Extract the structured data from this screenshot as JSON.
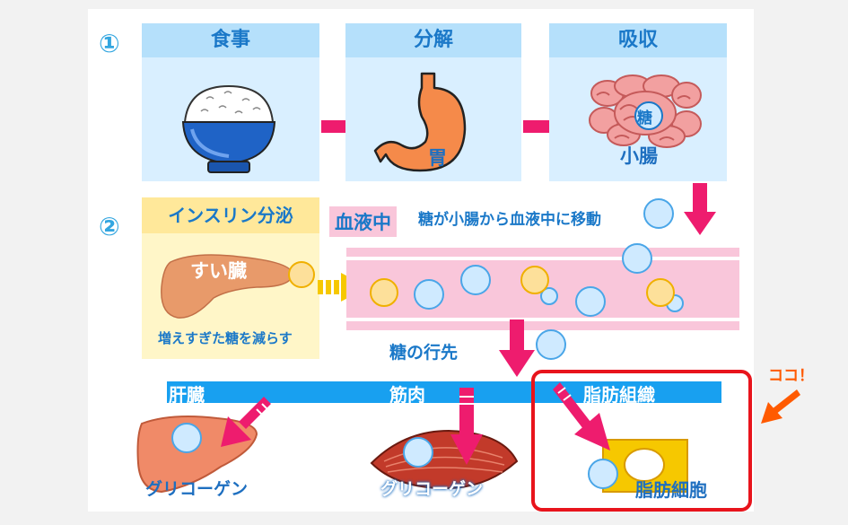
{
  "steps": {
    "step1_number": "①",
    "step2_number": "②"
  },
  "panels": {
    "meal": "食事",
    "digestion": "分解",
    "absorption": "吸収"
  },
  "organs": {
    "stomach": "胃",
    "sugar_badge": "糖",
    "small_intestine": "小腸"
  },
  "insulin": {
    "title": "インスリン分泌",
    "pancreas": "すい臓",
    "caption": "増えすぎた糖を減らす"
  },
  "blood": {
    "tag": "血液中",
    "move_text": "糖が小腸から血液中に移動"
  },
  "destination": {
    "label": "糖の行先",
    "liver": "肝臓",
    "muscle": "筋肉",
    "fat_tissue": "脂肪組織",
    "liver_result": "グリコーゲン",
    "muscle_result": "グリコーゲン",
    "fat_result": "脂肪細胞"
  },
  "callout": "ココ！",
  "colors": {
    "panel_bg": "#d9efff",
    "panel_head": "#b5e0fb",
    "text_blue": "#1a78c8",
    "arrow_pink": "#ee1c6e",
    "vessel_pink": "#f9c6da",
    "insulin_bg": "#fff6c8",
    "bar_blue": "#18a0f0",
    "highlight_red": "#e8141c"
  }
}
